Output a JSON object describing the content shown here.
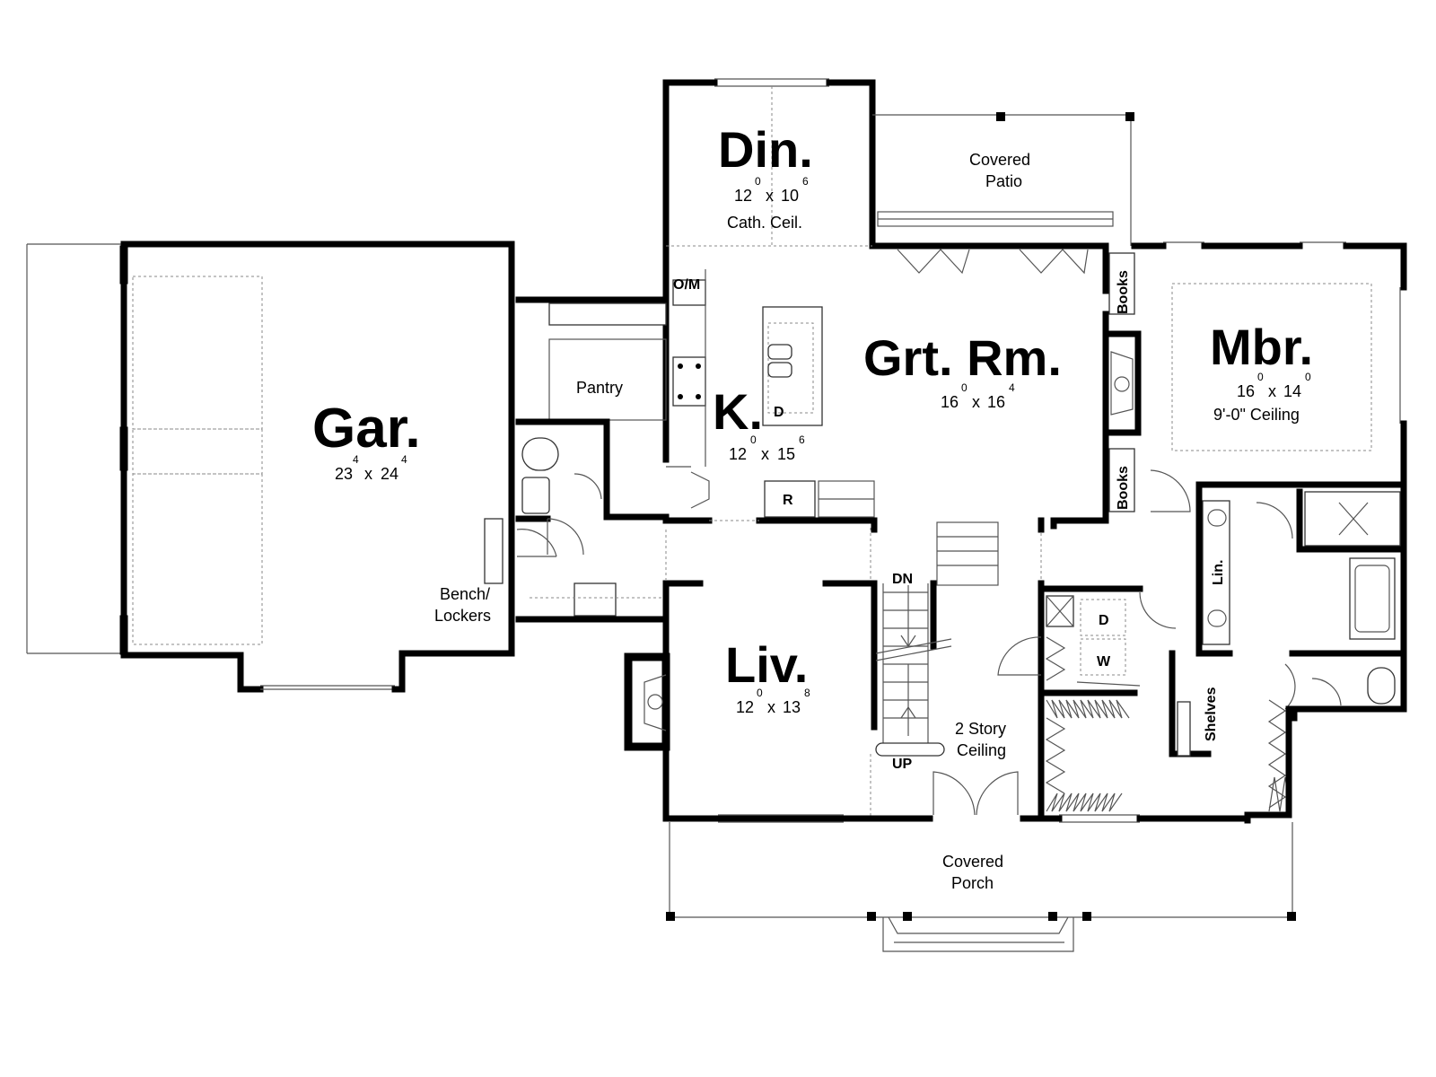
{
  "rooms": {
    "garage": {
      "name": "Gar.",
      "w": "23",
      "wi": "4",
      "sep": "x",
      "h": "24",
      "hi": "4"
    },
    "dining": {
      "name": "Din.",
      "w": "12",
      "wi": "0",
      "sep": "x",
      "h": "10",
      "hi": "6",
      "note": "Cath. Ceil."
    },
    "great_room": {
      "name": "Grt. Rm.",
      "w": "16",
      "wi": "0",
      "sep": "x",
      "h": "16",
      "hi": "4"
    },
    "master": {
      "name": "Mbr.",
      "w": "16",
      "wi": "0",
      "sep": "x",
      "h": "14",
      "hi": "0",
      "note": "9'-0\" Ceiling"
    },
    "kitchen": {
      "name": "K.",
      "w": "12",
      "wi": "0",
      "sep": "x",
      "h": "15",
      "hi": "6"
    },
    "living": {
      "name": "Liv.",
      "w": "12",
      "wi": "0",
      "sep": "x",
      "h": "13",
      "hi": "8"
    }
  },
  "labels": {
    "covered_patio_1": "Covered",
    "covered_patio_2": "Patio",
    "covered_porch_1": "Covered",
    "covered_porch_2": "Porch",
    "pantry": "Pantry",
    "om": "O/M",
    "books_top": "Books",
    "books_bottom": "Books",
    "dishwasher": "D",
    "refrigerator": "R",
    "dryer": "D",
    "washer": "W",
    "linen": "Lin.",
    "shelves": "Shelves",
    "bench_1": "Bench/",
    "bench_2": "Lockers",
    "stair_down": "DN",
    "stair_up": "UP",
    "two_story_1": "2 Story",
    "two_story_2": "Ceiling"
  }
}
